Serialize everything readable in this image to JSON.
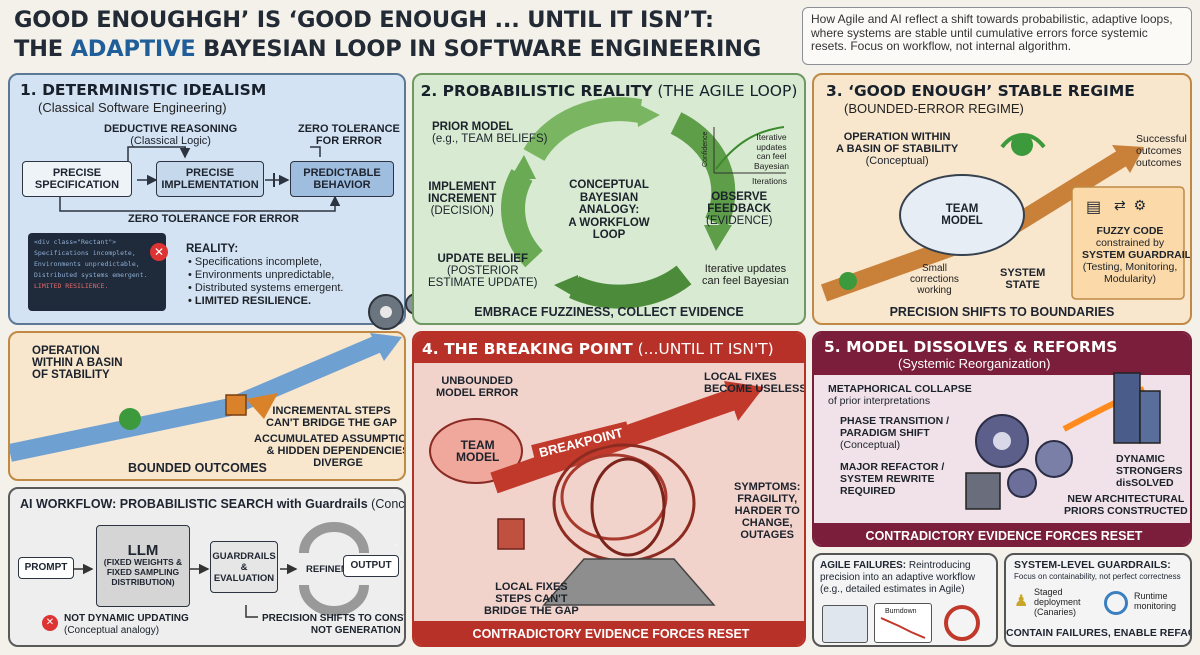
{
  "header": {
    "title_line1": "GOOD ENOUGHGH’ IS ‘GOOD ENOUGH ... UNTIL IT ISN’T:",
    "title_line2_pre": "THE ",
    "title_line2_accent": "ADAPTIVE",
    "title_line2_post": " BAYESIAN LOOP IN SOFTWARE ENGINEERING",
    "intro": "How Agile and AI reflect a shift towards probabilistic, adaptive loops, where systems are stable until cumulative errors force systemic resets. Focus on workflow, not internal algorithm."
  },
  "panel1": {
    "title": "1. DETERMINISTIC IDEALISM",
    "subtitle": "(Classical Software Engineering)",
    "deductive": "DEDUCTIVE REASONING",
    "deductive_sub": "(Classical Logic)",
    "zero_top": "ZERO TOLERANCE\nFOR ERROR",
    "box1": "PRECISE\nSPECIFICATION",
    "box2": "PRECISE\nIMPLEMENTATION",
    "box3": "PREDICTABLE\nBEHAVIOR",
    "zero_bottom": "ZERO TOLERANCE FOR ERROR",
    "code_lines": [
      "<div class=\"Rectant\">",
      "Specifications incomplete,",
      "Environments unpredictable,",
      "Distributed systems emergent.",
      "LIMITED RESILIENCE."
    ],
    "reality": "REALITY:",
    "bullets": [
      "Specifications incomplete,",
      "Environments unpredictable,",
      "Distributed systems emergent."
    ],
    "limited": "LIMITED RESILIENCE."
  },
  "panel2": {
    "title": "2. PROBABILISTIC REALITY",
    "title_light": " (THE AGILE LOOP)",
    "prior": "PRIOR MODEL",
    "prior_sub": "(e.g., TEAM BELIEFS)",
    "implement": "IMPLEMENT\nINCREMENT",
    "implement_sub": "(DECISION)",
    "update": "UPDATE BELIEF",
    "update_sub": "(POSTERIOR\nESTIMATE UPDATE)",
    "center": "CONCEPTUAL\nBAYESIAN\nANALOGY:\nA WORKFLOW\nLOOP",
    "observe": "OBSERVE\nFEEDBACK",
    "observe_sub": "(EVIDENCE)",
    "chart_ylabel": "Confidence",
    "chart_xlabel": "Iterations",
    "chart_note": "Iterative\nupdates\ncan feel\nBayesian",
    "iterative": "Iterative updates\ncan feel Bayesian",
    "footer": "EMBRACE FUZZINESS, COLLECT EVIDENCE"
  },
  "panel3": {
    "title": "3. ‘GOOD ENOUGH’ STABLE REGIME",
    "subtitle": "(BOUNDED-ERROR REGIME)",
    "operation": "OPERATION WITHIN\nA BASIN OF STABILITY",
    "operation_sub": "(Conceptual)",
    "successful": "Successful\noutcomes\noutcomes",
    "team_model": "TEAM\nMODEL",
    "small": "Small\ncorrections\nworking",
    "system_state": "SYSTEM\nSTATE",
    "fuzzy": "FUZZY CODE",
    "fuzzy_sub": "constrained by",
    "guardrails": "SYSTEM GUARDRAILS",
    "guardrails_sub": "(Testing, Monitoring,\nModularity)",
    "footer": "PRECISION SHIFTS TO BOUNDARIES"
  },
  "panel_basin": {
    "operation": "OPERATION\nWITHIN A BASIN\nOF STABILITY",
    "incremental": "INCREMENTAL STEPS\nCAN'T BRIDGE THE GAP",
    "accumulated": "ACCUMULATED ASSUMPTIONS\n& HIDDEN DEPENDENCIES\nDIVERGE",
    "footer": "BOUNDED OUTCOMES"
  },
  "panel4": {
    "title": "4. THE BREAKING POINT",
    "title_light": " (...UNTIL IT ISN'T)",
    "unbounded": "UNBOUNDED\nMODEL ERROR",
    "team_model": "TEAM\nMODEL",
    "breakpoint": "BREAKPOINT",
    "local_fixes_top": "LOCAL FIXES\nBECOME USELESS",
    "symptoms": "SYMPTOMS:\nFRAGILITY,\nHARDER TO\nCHANGE,\nOUTAGES",
    "local_fixes_bottom": "LOCAL FIXES\nSTEPS CAN'T\nBRIDGE THE GAP",
    "footer": "CONTRADICTORY EVIDENCE FORCES RESET"
  },
  "panel5": {
    "title": "5. MODEL DISSOLVES & REFORMS",
    "subtitle": "(Systemic Reorganization)",
    "metaphorical": "METAPHORICAL COLLAPSE",
    "metaphorical_sub": "of prior interpretations",
    "phase": "PHASE TRANSITION /\nPARADIGM SHIFT",
    "phase_sub": "(Conceptual)",
    "major": "MAJOR REFACTOR /\nSYSTEM REWRITE\nREQUIRED",
    "dynamic": "DYNAMIC\nSTRONGERS\ndisSOLVED",
    "new_priors": "NEW ARCHITECTURAL\nPRIORS CONSTRUCTED",
    "footer": "CONTRADICTORY EVIDENCE FORCES RESET"
  },
  "panel_ai": {
    "title": "AI WORKFLOW: PROBABILISTIC SEARCH with Guardrails",
    "title_light": " (Conceptual)",
    "prompt": "PROMPT",
    "llm": "LLM",
    "llm_sub": "(FIXED WEIGHTS &\nFIXED SAMPLING\nDISTRIBUTION)",
    "guardrails": "GUARDRAILS\n&\nEVALUATION",
    "refinement": "REFINEMENT",
    "output": "OUTPUT",
    "not_dynamic": "NOT DYNAMIC UPDATING",
    "not_dynamic_sub": "(Conceptual analogy)",
    "precision": "PRECISION SHIFTS TO CONSTRAINTS,\nNOT GENERATION"
  },
  "panel_agile": {
    "title": "AGILE FAILURES:",
    "text": " Reintroducing precision into an adaptive workflow (e.g., detailed estimates in Agile)",
    "burndown": "Burndown"
  },
  "panel_sys": {
    "title": "SYSTEM-LEVEL GUARDRAILS:",
    "sub": "Focus on containability, not perfect correctness",
    "staged": "Staged\ndeployment\n(Canaries)",
    "runtime": "Runtime\nmonitoring",
    "footer": "CONTAIN FAILURES, ENABLE REFACING"
  },
  "colors": {
    "p1": "#d4e3f3",
    "p2": "#d8ead2",
    "p3": "#f8e6cd",
    "p4": "#f2d3cc",
    "p5": "#f1e2e9",
    "p5_head": "#7a1e3b",
    "p4_head": "#b83128",
    "accent": "#1f5e98"
  }
}
